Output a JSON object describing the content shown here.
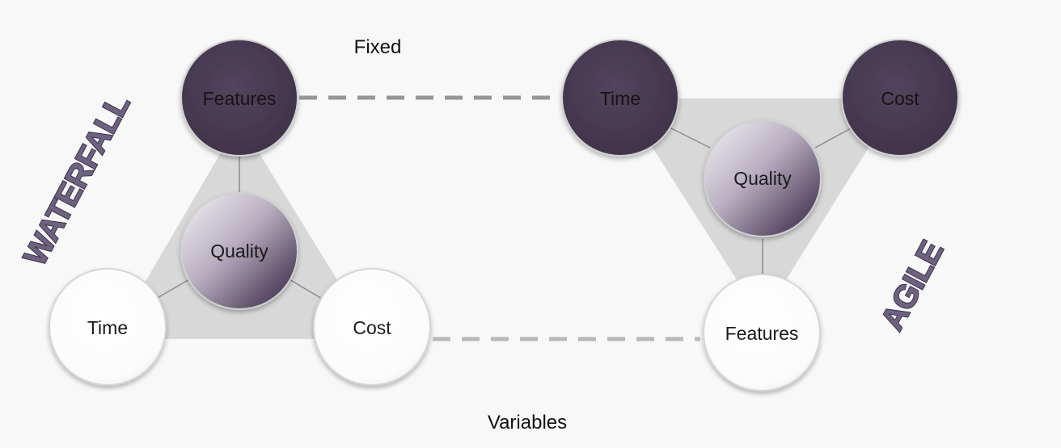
{
  "captions": {
    "fixed": "Fixed",
    "variables": "Variables"
  },
  "methodologies": {
    "waterfall": "WATERFALL",
    "agile": "AGILE"
  },
  "waterfall": {
    "top": "Features",
    "center": "Quality",
    "bottom_left": "Time",
    "bottom_right": "Cost"
  },
  "agile": {
    "top_left": "Time",
    "top_right": "Cost",
    "center": "Quality",
    "bottom": "Features"
  },
  "colors": {
    "fixed_circle": "#483a52",
    "variable_circle": "#ffffff",
    "quality_gradient_light": "#f4f2f6",
    "quality_gradient_dark": "#3e3048",
    "triangle_fill": "#d9d9d9",
    "connector_dash": "#969696",
    "background": "#f8f8f8"
  }
}
